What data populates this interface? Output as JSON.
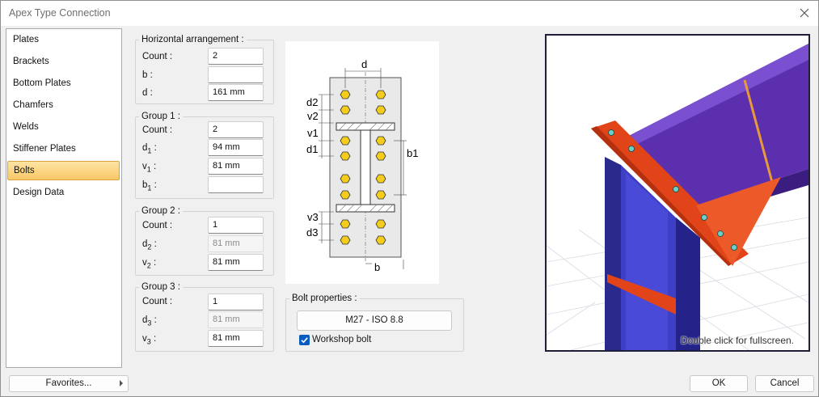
{
  "window": {
    "title": "Apex Type Connection"
  },
  "sidebar": {
    "items": [
      {
        "label": "Plates"
      },
      {
        "label": "Brackets"
      },
      {
        "label": "Bottom Plates"
      },
      {
        "label": "Chamfers"
      },
      {
        "label": "Welds"
      },
      {
        "label": "Stiffener Plates"
      },
      {
        "label": "Bolts",
        "active": true
      },
      {
        "label": "Design Data"
      }
    ]
  },
  "horizontal": {
    "legend": "Horizontal arrangement :",
    "count_label": "Count :",
    "count": "2",
    "b_label": "b :",
    "b": "",
    "d_label": "d :",
    "d": "161 mm"
  },
  "group1": {
    "legend": "Group 1 :",
    "count_label": "Count :",
    "count": "2",
    "d1_var": "d",
    "d1_sub": "1",
    "d1": "94 mm",
    "v1_var": "v",
    "v1_sub": "1",
    "v1": "81 mm",
    "b1_var": "b",
    "b1_sub": "1",
    "b1": ""
  },
  "group2": {
    "legend": "Group 2 :",
    "count_label": "Count :",
    "count": "1",
    "d2_var": "d",
    "d2_sub": "2",
    "d2": "81 mm",
    "v2_var": "v",
    "v2_sub": "2",
    "v2": "81 mm"
  },
  "group3": {
    "legend": "Group 3 :",
    "count_label": "Count :",
    "count": "1",
    "d3_var": "d",
    "d3_sub": "3",
    "d3": "81 mm",
    "v3_var": "v",
    "v3_sub": "3",
    "v3": "81 mm"
  },
  "colon": ":",
  "diagram": {
    "label_d": "d",
    "label_d2": "d2",
    "label_v2": "v2",
    "label_v1": "v1",
    "label_d1": "d1",
    "label_b1": "b1",
    "label_v3": "v3",
    "label_d3": "d3",
    "label_b": "b"
  },
  "bolt_properties": {
    "legend": "Bolt properties :",
    "bolt_type": "M27 - ISO 8.8",
    "workshop_label": "Workshop bolt",
    "workshop_checked": true
  },
  "preview": {
    "hint": "Double click for fullscreen."
  },
  "footer": {
    "favorites": "Favorites...",
    "ok": "OK",
    "cancel": "Cancel"
  },
  "colors": {
    "accent": "#0a5bbf",
    "beam": "#4b2c9a",
    "plate": "#e2441a",
    "bolt": "#f2c200"
  }
}
